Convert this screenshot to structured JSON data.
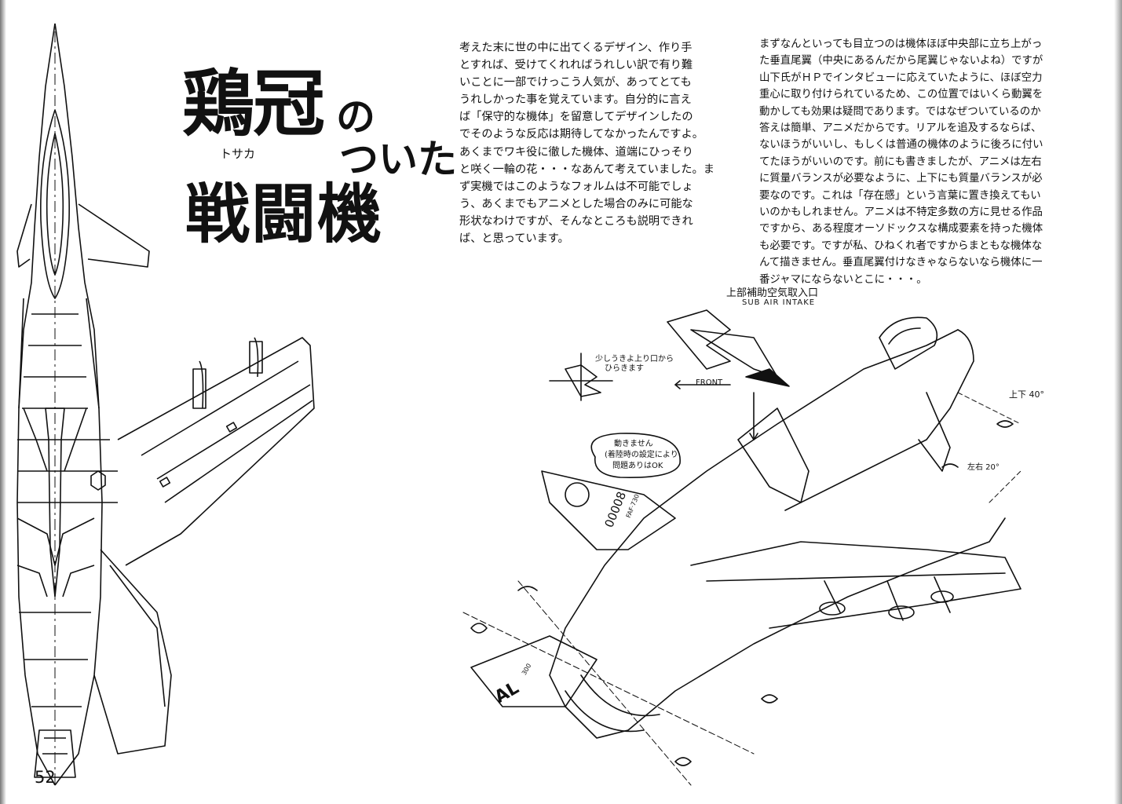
{
  "title": {
    "line1": "鶏冠の",
    "line2_part": "の",
    "line2": "ついた",
    "line3": "戦闘機",
    "ruby": "トサカ",
    "main": "鶏冠"
  },
  "column1": [
    "考えた末に世の中に出てくるデザイン、作り手",
    "とすれば、受けてくれればうれしい訳で有り難",
    "いことに一部でけっこう人気が、あってとても",
    "うれしかった事を覚えています。自分的に言え",
    "ば「保守的な機体」を留意してデザインしたの",
    "でそのような反応は期待してなかったんですよ。",
    "あくまでワキ役に徹した機体、道端にひっそり",
    "と咲く一輪の花・・・なあんて考えていました。ま",
    "ず実機ではこのようなフォルムは不可能でしょ",
    "う、あくまでもアニメとした場合のみに可能な",
    "形状なわけですが、そんなところも説明できれ",
    "ば、と思っています。"
  ],
  "column2": [
    "まずなんといっても目立つのは機体ほぼ中央部に立ち上がっ",
    "た垂直尾翼（中央にあるんだから尾翼じゃないよね）ですが",
    "山下氏がＨＰでインタビューに応えていたように、ほぼ空力",
    "重心に取り付けられているため、この位置ではいくら動翼を",
    "動かしても効果は疑問であります。ではなぜついているのか",
    "答えは簡単、アニメだからです。リアルを追及するならば、",
    "ないほうがいいし、もしくは普通の機体のように後ろに付い",
    "てたほうがいいのです。前にも書きましたが、アニメは左右",
    "に質量バランスが必要なように、上下にも質量バランスが必",
    "要なのです。これは「存在感」という言葉に置き換えてもい",
    "いのかもしれません。アニメは不特定多数の方に見せる作品",
    "ですから、ある程度オーソドックスな構成要素を持った機体",
    "も必要です。ですが私、ひねくれ者ですからまともな機体な",
    "んて描きません。垂直尾翼付けなきゃならないなら機体に一",
    "番ジャマにならないとこに・・・。"
  ],
  "annotations": {
    "sub_intake_jp": "上部補助空気取入口",
    "sub_intake_en": "SUB AIR INTAKE",
    "open_note": "少しうきよ上り口から",
    "open_note2": "ひらきます",
    "front": "FRONT",
    "fixed_note1": "動きません",
    "fixed_note2": "(着陸時の設定により",
    "fixed_note3": "問題ありはOK",
    "angle_up": "上下 40°",
    "angle_side": "左右 20°",
    "tail_code": "AL",
    "tail_number": "00008",
    "tail_sub": "FAF·730",
    "tail_small": "300"
  },
  "page_number": "52"
}
